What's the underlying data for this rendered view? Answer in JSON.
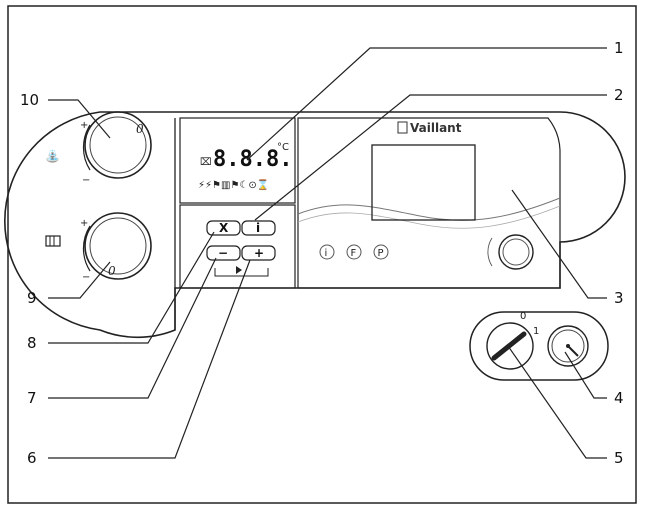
{
  "callouts": [
    {
      "id": "1",
      "label": "1"
    },
    {
      "id": "2",
      "label": "2"
    },
    {
      "id": "3",
      "label": "3"
    },
    {
      "id": "4",
      "label": "4"
    },
    {
      "id": "5",
      "label": "5"
    },
    {
      "id": "6",
      "label": "6"
    },
    {
      "id": "7",
      "label": "7"
    },
    {
      "id": "8",
      "label": "8"
    },
    {
      "id": "9",
      "label": "9"
    },
    {
      "id": "10",
      "label": "10"
    }
  ],
  "display": {
    "digits": "8.8.8.",
    "unit": "°C"
  },
  "brand": "Vaillant",
  "buttons": {
    "chimney_sweep": "X",
    "info": "i",
    "minus": "−",
    "plus": "+"
  },
  "knobs": {
    "hot_water_zero": "0",
    "heating_zero": "0",
    "plus": "+",
    "minus": "−"
  },
  "main_switch": {
    "off": "0",
    "on": "1"
  },
  "status_icons": [
    {
      "name": "info-circle-icon",
      "glyph": "i"
    },
    {
      "name": "f-circle-icon",
      "glyph": "F"
    },
    {
      "name": "p-circle-icon",
      "glyph": "P"
    }
  ]
}
